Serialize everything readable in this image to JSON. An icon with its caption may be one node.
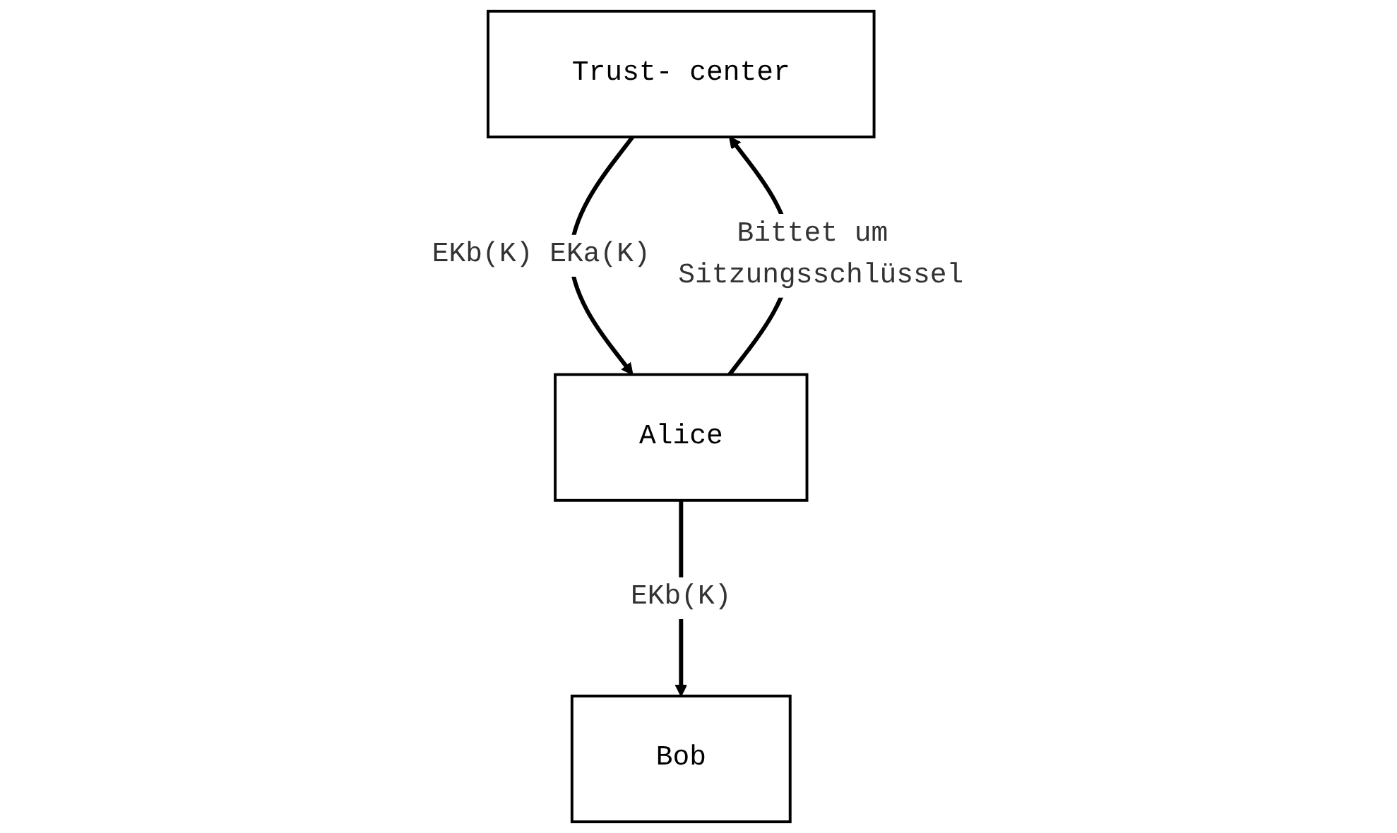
{
  "diagram": {
    "nodes": [
      {
        "text": [
          "Trust- center"
        ]
      },
      {
        "text": [
          "Alice"
        ]
      },
      {
        "text": [
          "Bob"
        ]
      }
    ],
    "edges": [
      {
        "from": 1,
        "to": 0,
        "arrow": "to",
        "label": "Bittet um Sitzungsschlüssel"
      },
      {
        "from": 0,
        "to": 1,
        "arrow": "to",
        "label": "EKb(K) EKa(K)"
      },
      {
        "from": 1,
        "to": 2,
        "arrow": "to",
        "label": "EKb(K)"
      }
    ]
  }
}
